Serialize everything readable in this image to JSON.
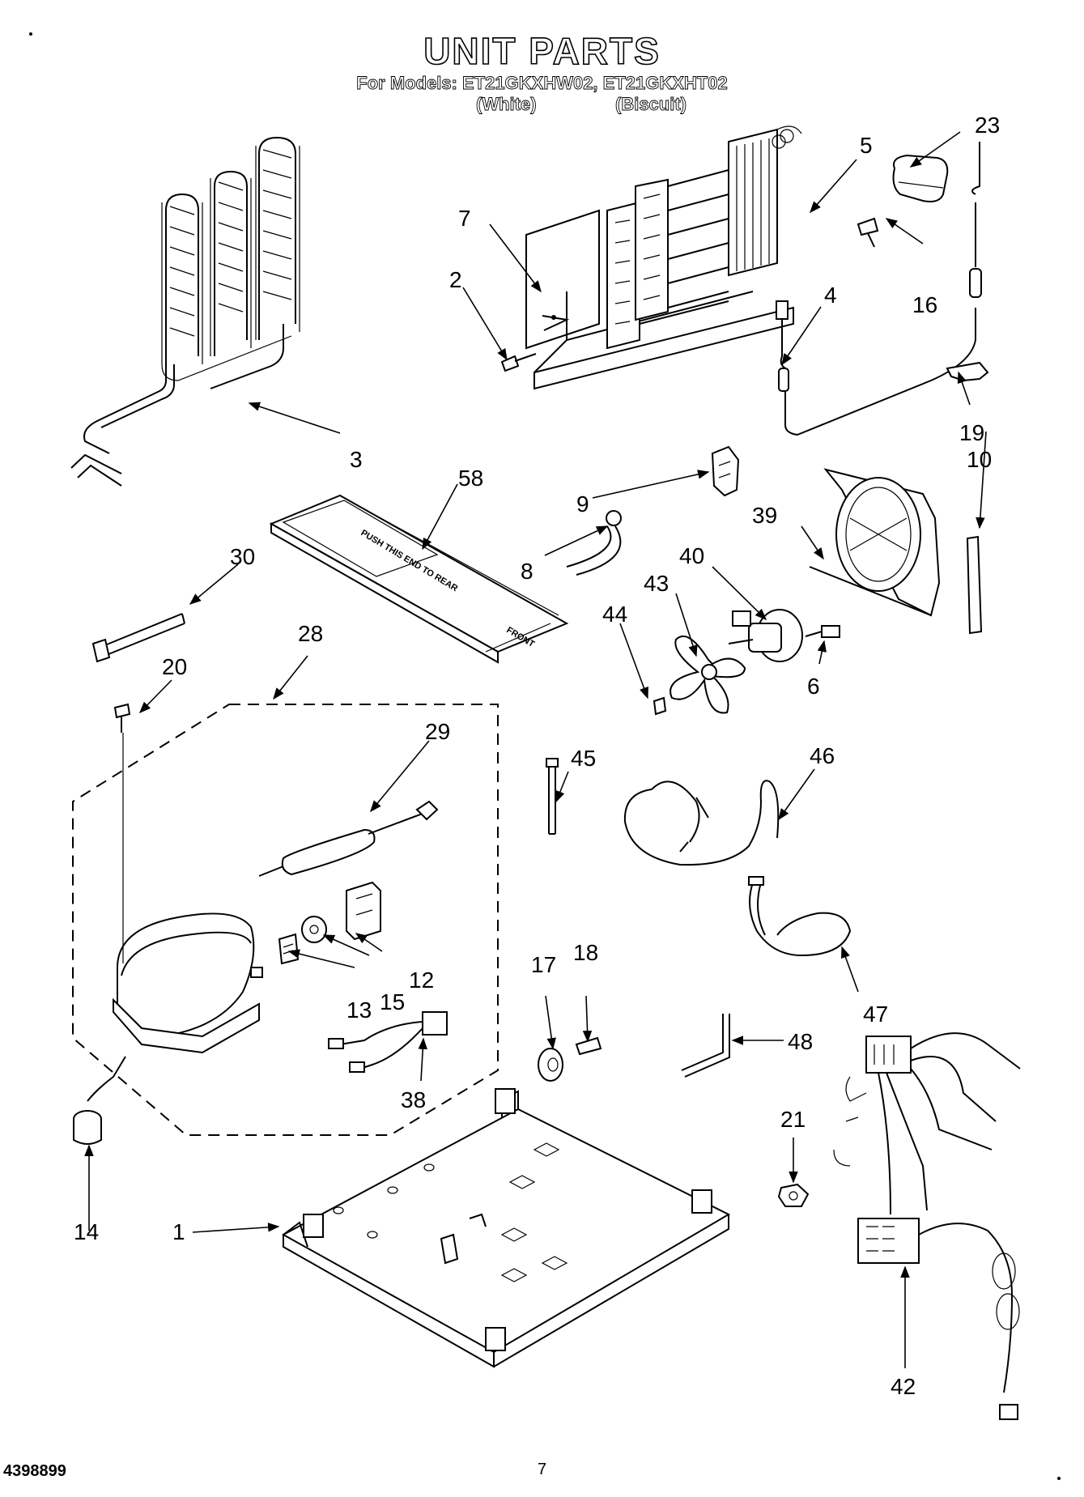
{
  "header": {
    "title": "UNIT PARTS",
    "models_line": "For Models: ET21GKXHW02, ET21GKXHT02",
    "color_white": "(White)",
    "color_biscuit": "(Biscuit)"
  },
  "footer": {
    "doc_number": "4398899",
    "page_number": "7"
  },
  "drawer_text": {
    "instruction": "PUSH THIS END TO REAR",
    "front": "FRONT"
  },
  "callouts": {
    "p1": "1",
    "p2": "2",
    "p3": "3",
    "p4": "4",
    "p5": "5",
    "p6": "6",
    "p7": "7",
    "p8": "8",
    "p9": "9",
    "p10": "10",
    "p12": "12",
    "p13": "13",
    "p14": "14",
    "p15": "15",
    "p16": "16",
    "p17": "17",
    "p18": "18",
    "p19": "19",
    "p20": "20",
    "p21": "21",
    "p23": "23",
    "p28": "28",
    "p29": "29",
    "p30": "30",
    "p38": "38",
    "p39": "39",
    "p40": "40",
    "p42": "42",
    "p43": "43",
    "p44": "44",
    "p45": "45",
    "p46": "46",
    "p47": "47",
    "p48": "48",
    "p58": "58"
  }
}
